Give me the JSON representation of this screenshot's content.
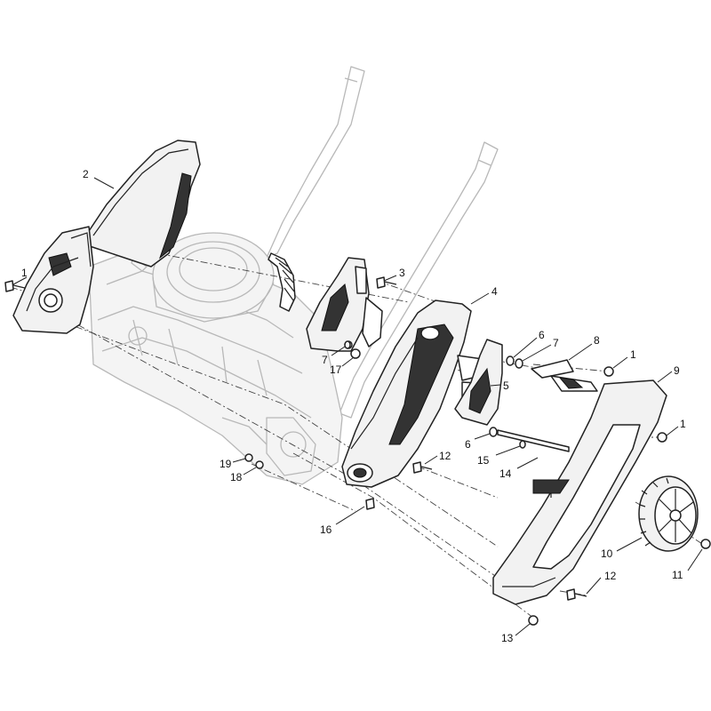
{
  "callouts": [
    {
      "id": "c1a",
      "text": "1"
    },
    {
      "id": "c2",
      "text": "2"
    },
    {
      "id": "c3",
      "text": "3"
    },
    {
      "id": "c4",
      "text": "4"
    },
    {
      "id": "c5",
      "text": "5"
    },
    {
      "id": "c6a",
      "text": "6"
    },
    {
      "id": "c7a",
      "text": "7"
    },
    {
      "id": "c8",
      "text": "8"
    },
    {
      "id": "c1b",
      "text": "1"
    },
    {
      "id": "c9",
      "text": "9"
    },
    {
      "id": "c7b",
      "text": "7"
    },
    {
      "id": "c17",
      "text": "17"
    },
    {
      "id": "c1c",
      "text": "1"
    },
    {
      "id": "c6b",
      "text": "6"
    },
    {
      "id": "c15",
      "text": "15"
    },
    {
      "id": "c14",
      "text": "14"
    },
    {
      "id": "c12a",
      "text": "12"
    },
    {
      "id": "c19",
      "text": "19"
    },
    {
      "id": "c18",
      "text": "18"
    },
    {
      "id": "c16",
      "text": "16"
    },
    {
      "id": "c10",
      "text": "10"
    },
    {
      "id": "c11",
      "text": "11"
    },
    {
      "id": "c12b",
      "text": "12"
    },
    {
      "id": "c13",
      "text": "13"
    }
  ]
}
